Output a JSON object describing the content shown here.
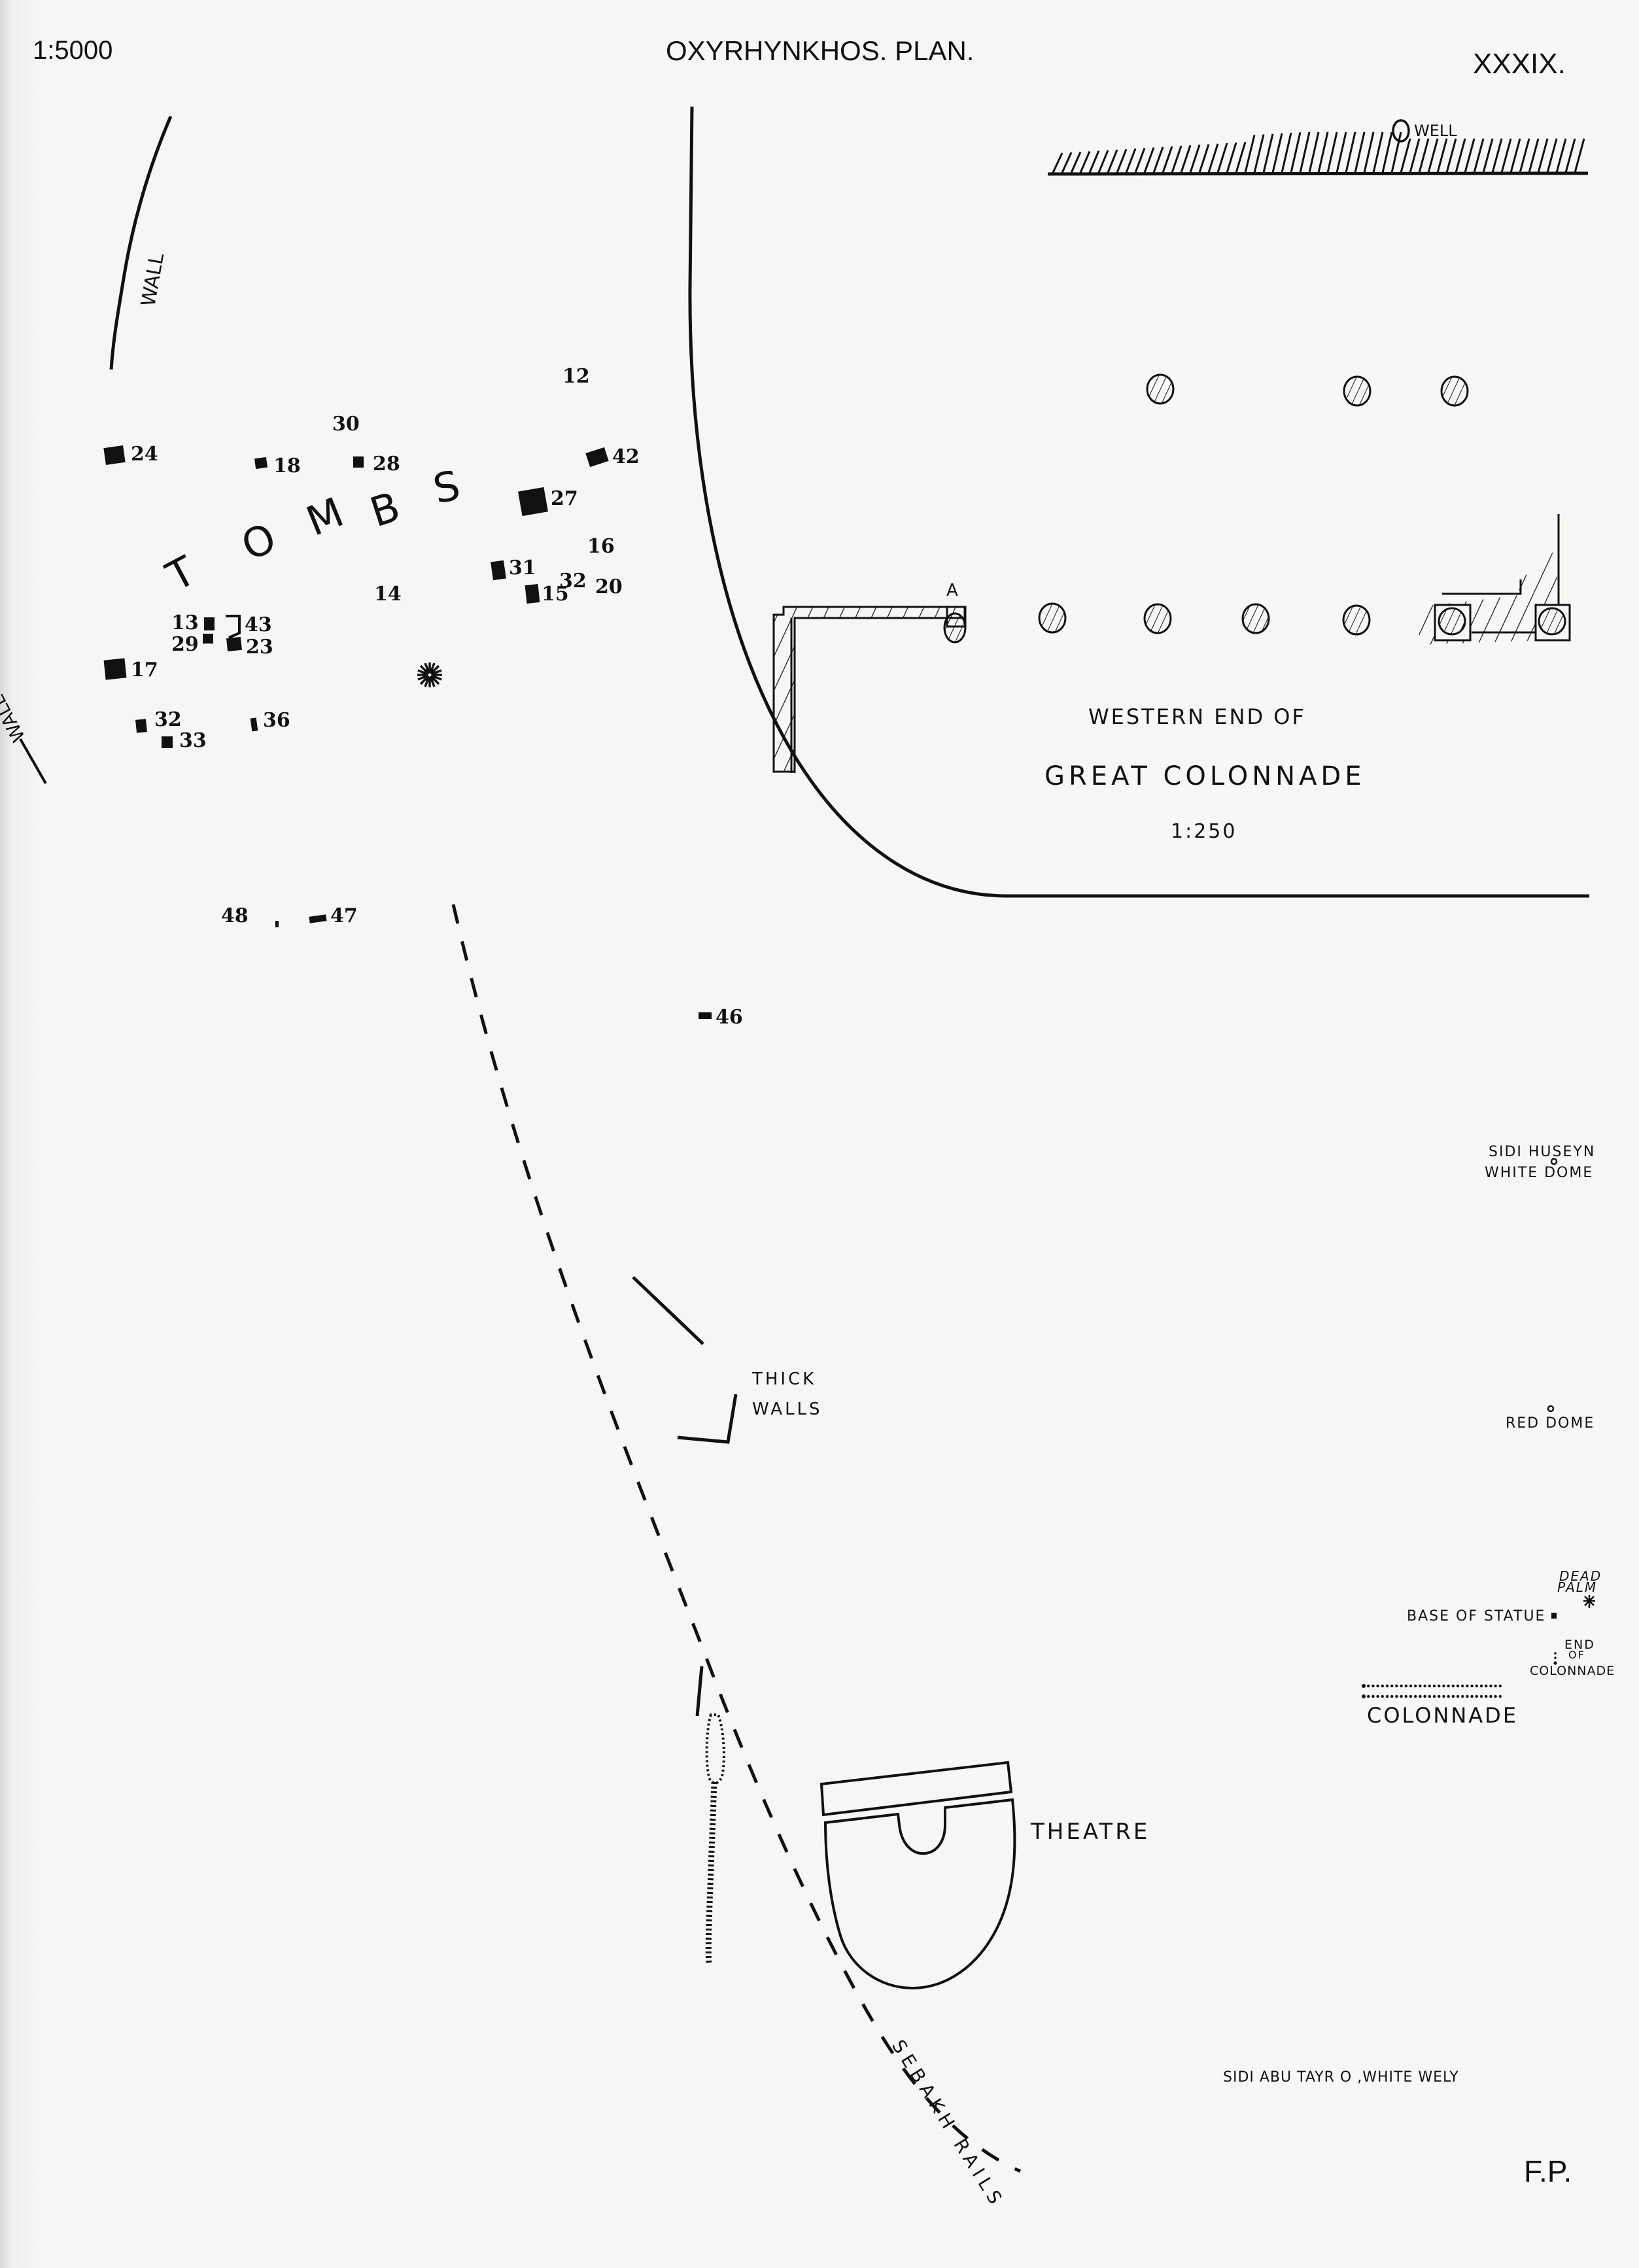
{
  "header": {
    "scale": "1:5000",
    "title": "OXYRHYNKHOS.  PLAN.",
    "plate_number": "XXXIX."
  },
  "signature": "F.P.",
  "tombs": {
    "label": "TOMBS",
    "letters": [
      "T",
      "O",
      "M",
      "B",
      "S"
    ],
    "numbers": [
      {
        "id": "12",
        "marker": false
      },
      {
        "id": "30",
        "marker": false
      },
      {
        "id": "24",
        "marker": true
      },
      {
        "id": "18",
        "marker": true
      },
      {
        "id": "28",
        "marker": true
      },
      {
        "id": "42",
        "marker": true
      },
      {
        "id": "27",
        "marker": true
      },
      {
        "id": "16",
        "marker": false
      },
      {
        "id": "31",
        "marker": true
      },
      {
        "id": "32",
        "marker": false
      },
      {
        "id": "20",
        "marker": false
      },
      {
        "id": "15",
        "marker": true
      },
      {
        "id": "14",
        "marker": false
      },
      {
        "id": "13",
        "marker": true
      },
      {
        "id": "43",
        "marker": true
      },
      {
        "id": "29",
        "marker": true
      },
      {
        "id": "23",
        "marker": true
      },
      {
        "id": "17",
        "marker": true
      },
      {
        "id": "32",
        "marker": true
      },
      {
        "id": "33",
        "marker": true
      },
      {
        "id": "36",
        "marker": true
      },
      {
        "id": "48",
        "marker": false
      },
      {
        "id": "47",
        "marker": true
      },
      {
        "id": "46",
        "marker": true
      }
    ]
  },
  "labels": {
    "wall_upper": "WALL",
    "wall_lower": "WALL",
    "well": "WELL",
    "inset_title_1": "WESTERN END OF",
    "inset_title_2": "GREAT COLONNADE",
    "inset_scale": "1:250",
    "inset_point_a": "A",
    "sidi_huseyn_1": "SIDI HUSEYN",
    "sidi_huseyn_2": "WHITE DOME",
    "thick_walls_1": "THICK",
    "thick_walls_2": "WALLS",
    "red_dome": "RED DOME",
    "dead_palm_1": "DEAD",
    "dead_palm_2": "PALM",
    "base_of_statue": "BASE OF STATUE",
    "end_of_colonnade_1": "END",
    "end_of_colonnade_2": "OF",
    "end_of_colonnade_3": "COLONNADE",
    "colonnade": "COLONNADE",
    "theatre": "THEATRE",
    "sebakh_rails": "SEBAKH RAILS",
    "sidi_abu_tayr": "SIDI ABU TAYR O ,WHITE WELY"
  },
  "icons": {
    "palm": "palm-star-icon",
    "dome": "small-circle-icon",
    "column": "hatched-circle-icon"
  }
}
